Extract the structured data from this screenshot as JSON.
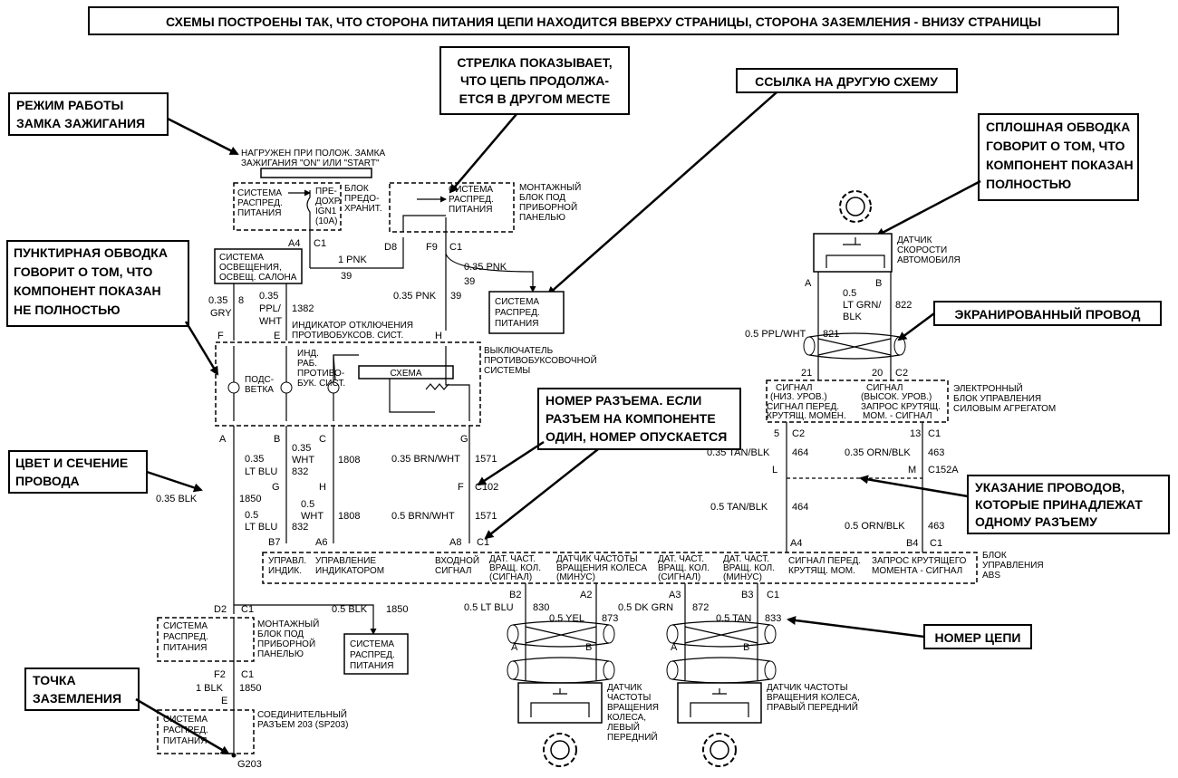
{
  "callouts": {
    "top_note": "СХЕМЫ ПОСТРОЕНЫ ТАК, ЧТО СТОРОНА ПИТАНИЯ ЦЕПИ НАХОДИТСЯ ВВЕРХУ СТРАНИЦЫ, СТОРОНА ЗАЗЕМЛЕНИЯ - ВНИЗУ СТРАНИЦЫ",
    "ignition_mode": [
      "РЕЖИМ РАБОТЫ",
      "ЗАМКА ЗАЖИГАНИЯ"
    ],
    "arrow_continues": [
      "СТРЕЛКА ПОКАЗЫВАЕТ,",
      "ЧТО ЦЕПЬ ПРОДОЛЖА-",
      "ЕТСЯ В ДРУГОМ МЕСТЕ"
    ],
    "link_other": "ССЫЛКА НА ДРУГУЮ СХЕМУ",
    "solid_outline": [
      "СПЛОШНАЯ ОБВОДКА",
      "ГОВОРИТ О ТОМ, ЧТО",
      "КОМПОНЕНТ ПОКАЗАН",
      "ПОЛНОСТЬЮ"
    ],
    "dashed_outline": [
      "ПУНКТИРНАЯ ОБВОДКА",
      "ГОВОРИТ О ТОМ, ЧТО",
      "КОМПОНЕНТ ПОКАЗАН",
      "НЕ ПОЛНОСТЬЮ"
    ],
    "shielded": "ЭКРАНИРОВАННЫЙ ПРОВОД",
    "connector_no": [
      "НОМЕР РАЗЪЕМА. ЕСЛИ",
      "РАЗЪЕМ НА КОМПОНЕНТЕ",
      "ОДИН, НОМЕР ОПУСКАЕТСЯ"
    ],
    "wire_color": [
      "ЦВЕТ И СЕЧЕНИЕ",
      "ПРОВОДА"
    ],
    "wires_one_conn": [
      "УКАЗАНИЕ ПРОВОДОВ,",
      "КОТОРЫЕ ПРИНАДЛЕЖАТ",
      "ОДНОМУ РАЗЪЕМУ"
    ],
    "circuit_no": "НОМЕР ЦЕПИ",
    "ground_point": [
      "ТОЧКА",
      "ЗАЗЕМЛЕНИЯ"
    ]
  },
  "labels": {
    "ign_note": [
      "НАГРУЖЕН ПРИ ПОЛОЖ. ЗАМКА",
      "ЗАЖИГАНИЯ \"ON\" ИЛИ \"START\""
    ],
    "sys_power": [
      "СИСТЕМА",
      "РАСПРЕД.",
      "ПИТАНИЯ"
    ],
    "fuse": [
      "ПРЕ-",
      "ДОХР.",
      "IGN1",
      "(10A)"
    ],
    "fuse_block": [
      "БЛОК",
      "ПРЕДО-",
      "ХРАНИТ."
    ],
    "dash_block": [
      "МОНТАЖНЫЙ",
      "БЛОК ПОД",
      "ПРИБОРНОЙ",
      "ПАНЕЛЬЮ"
    ],
    "lighting": [
      "СИСТЕМА",
      "ОСВЕЩЕНИЯ,",
      "ОСВЕЩ. САЛОНА"
    ],
    "indicator_off": [
      "ИНДИКАТОР ОТКЛЮЧЕНИЯ",
      "ПРОТИВОБУКСОВ. СИСТ."
    ],
    "tcs_switch": [
      "ВЫКЛЮЧАТЕЛЬ",
      "ПРОТИВОБУКСОВОЧНОЙ",
      "СИСТЕМЫ"
    ],
    "backlight": [
      "ПОДС-",
      "ВЕТКА"
    ],
    "ind_work": [
      "ИНД.",
      "РАБ.",
      "ПРОТИВО-",
      "БУК. СИСТ."
    ],
    "schema": "СХЕМА",
    "speed_sensor": [
      "ДАТЧИК",
      "СКОРОСТИ",
      "АВТОМОБИЛЯ"
    ],
    "pcm": [
      "ЭЛЕКТРОННЫЙ",
      "БЛОК УПРАВЛЕНИЯ",
      "СИЛОВЫМ АГРЕГАТОМ"
    ],
    "pcm_in": [
      "СИГНАЛ",
      "(НИЗ. УРОВ.)",
      "СИГНАЛ ПЕРЕД.",
      "КРУТЯЩ. МОМЕН."
    ],
    "pcm_in2": [
      "СИГНАЛ",
      "(ВЫСОК. УРОВ.)",
      "ЗАПРОС КРУТЯЩ.",
      "МОМ. - СИГНАЛ"
    ],
    "abs_block": [
      "БЛОК",
      "УПРАВЛЕНИЯ",
      "ABS"
    ],
    "abs_pins": [
      [
        "УПРАВЛ.",
        "ИНДИК."
      ],
      [
        "УПРАВЛЕНИЕ",
        "ИНДИКАТОРОМ"
      ],
      [
        "ВХОДНОЙ",
        "СИГНАЛ"
      ],
      [
        "ДАТ. ЧАСТ.",
        "ВРАЩ. КОЛ.",
        "(СИГНАЛ)"
      ],
      [
        "ДАТЧИК ЧАСТОТЫ",
        "ВРАЩЕНИЯ КОЛЕСА",
        "(МИНУС)"
      ],
      [
        "ДАТ. ЧАСТ.",
        "ВРАЩ. КОЛ.",
        "(СИГНАЛ)"
      ],
      [
        "ДАТ. ЧАСТ.",
        "ВРАЩ. КОЛ.",
        "(МИНУС)"
      ],
      [
        "СИГНАЛ ПЕРЕД.",
        "КРУТЯЩ. МОМ."
      ],
      [
        "ЗАПРОС КРУТЯЩЕГО",
        "МОМЕНТА - СИГНАЛ"
      ]
    ],
    "dash_block2": [
      "МОНТАЖНЫЙ",
      "БЛОК ПОД",
      "ПРИБОРНОЙ",
      "ПАНЕЛЬЮ"
    ],
    "splice": [
      "СОЕДИНИТЕЛЬНЫЙ",
      "РАЗЪЕМ 203 (SP203)"
    ],
    "ground": "G203",
    "wss_left": [
      "ДАТЧИК",
      "ЧАСТОТЫ",
      "ВРАЩЕНИЯ",
      "КОЛЕСА,",
      "ЛЕВЫЙ",
      "ПЕРЕДНИЙ"
    ],
    "wss_right": [
      "ДАТЧИК ЧАСТОТЫ",
      "ВРАЩЕНИЯ КОЛЕСА,",
      "ПРАВЫЙ ПЕРЕДНИЙ"
    ]
  },
  "wires": {
    "pnk1": "1 PNK",
    "c39a": "39",
    "pnk035": "0.35 PNK",
    "c39b": "39",
    "pnk035b": "0.35 PNK",
    "c39c": "39",
    "gry": [
      "0.35",
      "GRY"
    ],
    "c8": "8",
    "pplwht": [
      "0.35",
      "PPL/",
      "WHT"
    ],
    "c1382": "1382",
    "ltblu1": [
      "0.35",
      "LT BLU"
    ],
    "c832a": "832",
    "wht1": [
      "0.35",
      "WHT"
    ],
    "c1808a": "1808",
    "brnwht1": "0.35 BRN/WHT",
    "c1571a": "1571",
    "blk035": "0.35 BLK",
    "c1850a": "1850",
    "ltblu2": [
      "0.5",
      "LT BLU"
    ],
    "c832b": "832",
    "wht2": [
      "0.5",
      "WHT"
    ],
    "c1808b": "1808",
    "brnwht2": "0.5 BRN/WHT",
    "c1571b": "1571",
    "ltgrnblk": [
      "0.5",
      "LT GRN/",
      "BLK"
    ],
    "c822": "822",
    "pplwht2": "0.5 PPL/WHT",
    "c821": "821",
    "tanblk1": "0.35 TAN/BLK",
    "c464a": "464",
    "ornblk1": "0.35 ORN/BLK",
    "c463a": "463",
    "tanblk2": "0.5 TAN/BLK",
    "c464b": "464",
    "ornblk2": "0.5 ORN/BLK",
    "c463b": "463",
    "blk05": "0.5 BLK",
    "c1850b": "1850",
    "blk1": "1 BLK",
    "c1850c": "1850",
    "ltblu3": "0.5 LT BLU",
    "c830": "830",
    "yel": "0.5 YEL",
    "c873": "873",
    "dkgrn": "0.5 DK GRN",
    "c872": "872",
    "tan": "0.5 TAN",
    "c833": "833"
  },
  "pins": {
    "a4": "A4",
    "c1": "C1",
    "d8": "D8",
    "f9": "F9",
    "f": "F",
    "e": "E",
    "h": "H",
    "a": "A",
    "b": "B",
    "c": "C",
    "g": "G",
    "g2": "G",
    "h2": "H",
    "f2": "F",
    "c102": "C102",
    "b7": "B7",
    "a6": "A6",
    "a8": "A8",
    "n21": "21",
    "n20": "20",
    "c2": "C2",
    "n5": "5",
    "n13": "13",
    "l": "L",
    "m": "M",
    "c152a": "C152A",
    "ab4": "A4",
    "bb4": "B4",
    "b2": "B2",
    "a2": "A2",
    "a3": "A3",
    "b3": "B3",
    "d2": "D2",
    "f2b": "F2",
    "e2": "E"
  }
}
